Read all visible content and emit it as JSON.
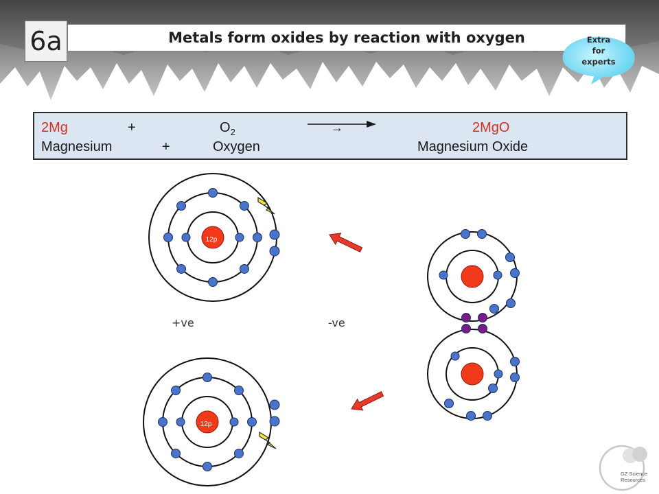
{
  "slide": {
    "number": "6a",
    "title": "Metals form oxides by reaction with oxygen",
    "badge_lines": [
      "Extra",
      "for",
      "experts"
    ]
  },
  "equation": {
    "symbols": {
      "mg": "2Mg",
      "plus": "+",
      "o2_base": "O",
      "o2_sub": "2",
      "arrow": "→",
      "product": "2MgO"
    },
    "words": {
      "reactant1": "Magnesium",
      "plus": "+",
      "reactant2": "Oxygen",
      "product": "Magnesium Oxide"
    }
  },
  "diagram": {
    "mg_nucleus_label": "12p",
    "positive_label": "+ve",
    "negative_label": "-ve"
  },
  "logo": {
    "lines": [
      "GZ Science",
      "Resources"
    ]
  },
  "colors": {
    "electron": "#4a74c9",
    "shared_electron": "#7a1c86",
    "nucleus": "#f03a1a",
    "arrow": "#e83a2a",
    "equation_box": "#dce6f2",
    "equation_red": "#d03020"
  }
}
